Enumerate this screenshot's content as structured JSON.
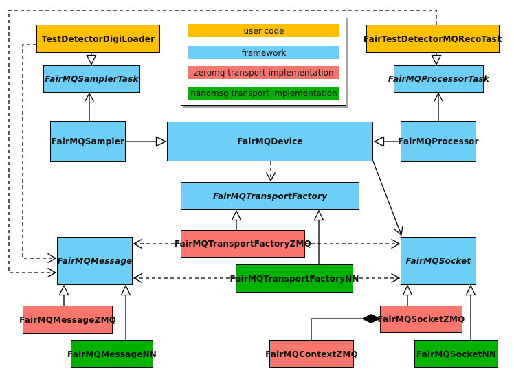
{
  "diagram_title": "FairMQ class diagram",
  "colors": {
    "user_code": "#FFC000",
    "framework": "#6DCFF6",
    "zeromq": "#F8766D",
    "nanomsg": "#00B200",
    "border": "#000000",
    "line": "#000000"
  },
  "legend": {
    "items": [
      {
        "label": "user code",
        "color": "#FFC000"
      },
      {
        "label": "framework",
        "color": "#6DCFF6"
      },
      {
        "label": "zeromq transport implementation",
        "color": "#F8766D"
      },
      {
        "label": "nanomsg transport implementation",
        "color": "#00B200"
      }
    ]
  },
  "nodes": {
    "testDetectorDigiLoader": {
      "label": "TestDetectorDigiLoader",
      "category": "user_code",
      "abstract": false
    },
    "fairTestDetectorMQRecoTask": {
      "label": "FairTestDetectorMQRecoTask",
      "category": "user_code",
      "abstract": false
    },
    "fairMQSamplerTask": {
      "label": "FairMQSamplerTask",
      "category": "framework",
      "abstract": true
    },
    "fairMQProcessorTask": {
      "label": "FairMQProcessorTask",
      "category": "framework",
      "abstract": true
    },
    "fairMQSampler": {
      "label": "FairMQSampler",
      "category": "framework",
      "abstract": false
    },
    "fairMQDevice": {
      "label": "FairMQDevice",
      "category": "framework",
      "abstract": false
    },
    "fairMQProcessor": {
      "label": "FairMQProcessor",
      "category": "framework",
      "abstract": false
    },
    "fairMQTransportFactory": {
      "label": "FairMQTransportFactory",
      "category": "framework",
      "abstract": true
    },
    "fairMQTransportFactoryZMQ": {
      "label": "FairMQTransportFactoryZMQ",
      "category": "zeromq",
      "abstract": false
    },
    "fairMQTransportFactoryNN": {
      "label": "FairMQTransportFactoryNN",
      "category": "nanomsg",
      "abstract": false
    },
    "fairMQMessage": {
      "label": "FairMQMessage",
      "category": "framework",
      "abstract": true
    },
    "fairMQSocket": {
      "label": "FairMQSocket",
      "category": "framework",
      "abstract": true
    },
    "fairMQMessageZMQ": {
      "label": "FairMQMessageZMQ",
      "category": "zeromq",
      "abstract": false
    },
    "fairMQMessageNN": {
      "label": "FairMQMessageNN",
      "category": "nanomsg",
      "abstract": false
    },
    "fairMQSocketZMQ": {
      "label": "FairMQSocketZMQ",
      "category": "zeromq",
      "abstract": false
    },
    "fairMQContextZMQ": {
      "label": "FairMQContextZMQ",
      "category": "zeromq",
      "abstract": false
    },
    "fairMQSocketNN": {
      "label": "FairMQSocketNN",
      "category": "nanomsg",
      "abstract": false
    }
  },
  "edges": [
    {
      "from": "TestDetectorDigiLoader",
      "to": "FairMQSamplerTask",
      "type": "inheritance"
    },
    {
      "from": "FairMQSampler",
      "to": "FairMQSamplerTask",
      "type": "association"
    },
    {
      "from": "FairMQSampler",
      "to": "FairMQDevice",
      "type": "inheritance"
    },
    {
      "from": "FairTestDetectorMQRecoTask",
      "to": "FairMQProcessorTask",
      "type": "inheritance"
    },
    {
      "from": "FairMQProcessor",
      "to": "FairMQProcessorTask",
      "type": "association"
    },
    {
      "from": "FairMQProcessor",
      "to": "FairMQDevice",
      "type": "inheritance"
    },
    {
      "from": "FairMQDevice",
      "to": "FairMQTransportFactory",
      "type": "dependency"
    },
    {
      "from": "FairMQDevice",
      "to": "FairMQSocket",
      "type": "association"
    },
    {
      "from": "FairMQTransportFactoryZMQ",
      "to": "FairMQTransportFactory",
      "type": "inheritance"
    },
    {
      "from": "FairMQTransportFactoryNN",
      "to": "FairMQTransportFactory",
      "type": "inheritance"
    },
    {
      "from": "FairMQTransportFactoryZMQ",
      "to": "FairMQMessage",
      "type": "dependency"
    },
    {
      "from": "FairMQTransportFactoryZMQ",
      "to": "FairMQSocket",
      "type": "dependency"
    },
    {
      "from": "FairMQTransportFactoryNN",
      "to": "FairMQMessage",
      "type": "dependency"
    },
    {
      "from": "FairMQTransportFactoryNN",
      "to": "FairMQSocket",
      "type": "dependency"
    },
    {
      "from": "FairMQMessageZMQ",
      "to": "FairMQMessage",
      "type": "inheritance"
    },
    {
      "from": "FairMQMessageNN",
      "to": "FairMQMessage",
      "type": "inheritance"
    },
    {
      "from": "FairMQSocketZMQ",
      "to": "FairMQSocket",
      "type": "inheritance"
    },
    {
      "from": "FairMQSocketNN",
      "to": "FairMQSocket",
      "type": "inheritance"
    },
    {
      "from": "FairMQContextZMQ",
      "to": "FairMQSocketZMQ",
      "type": "composition"
    },
    {
      "from": "TestDetectorDigiLoader",
      "to": "FairMQMessage",
      "type": "dependency"
    },
    {
      "from": "FairTestDetectorMQRecoTask",
      "to": "FairMQMessage",
      "type": "dependency"
    }
  ]
}
